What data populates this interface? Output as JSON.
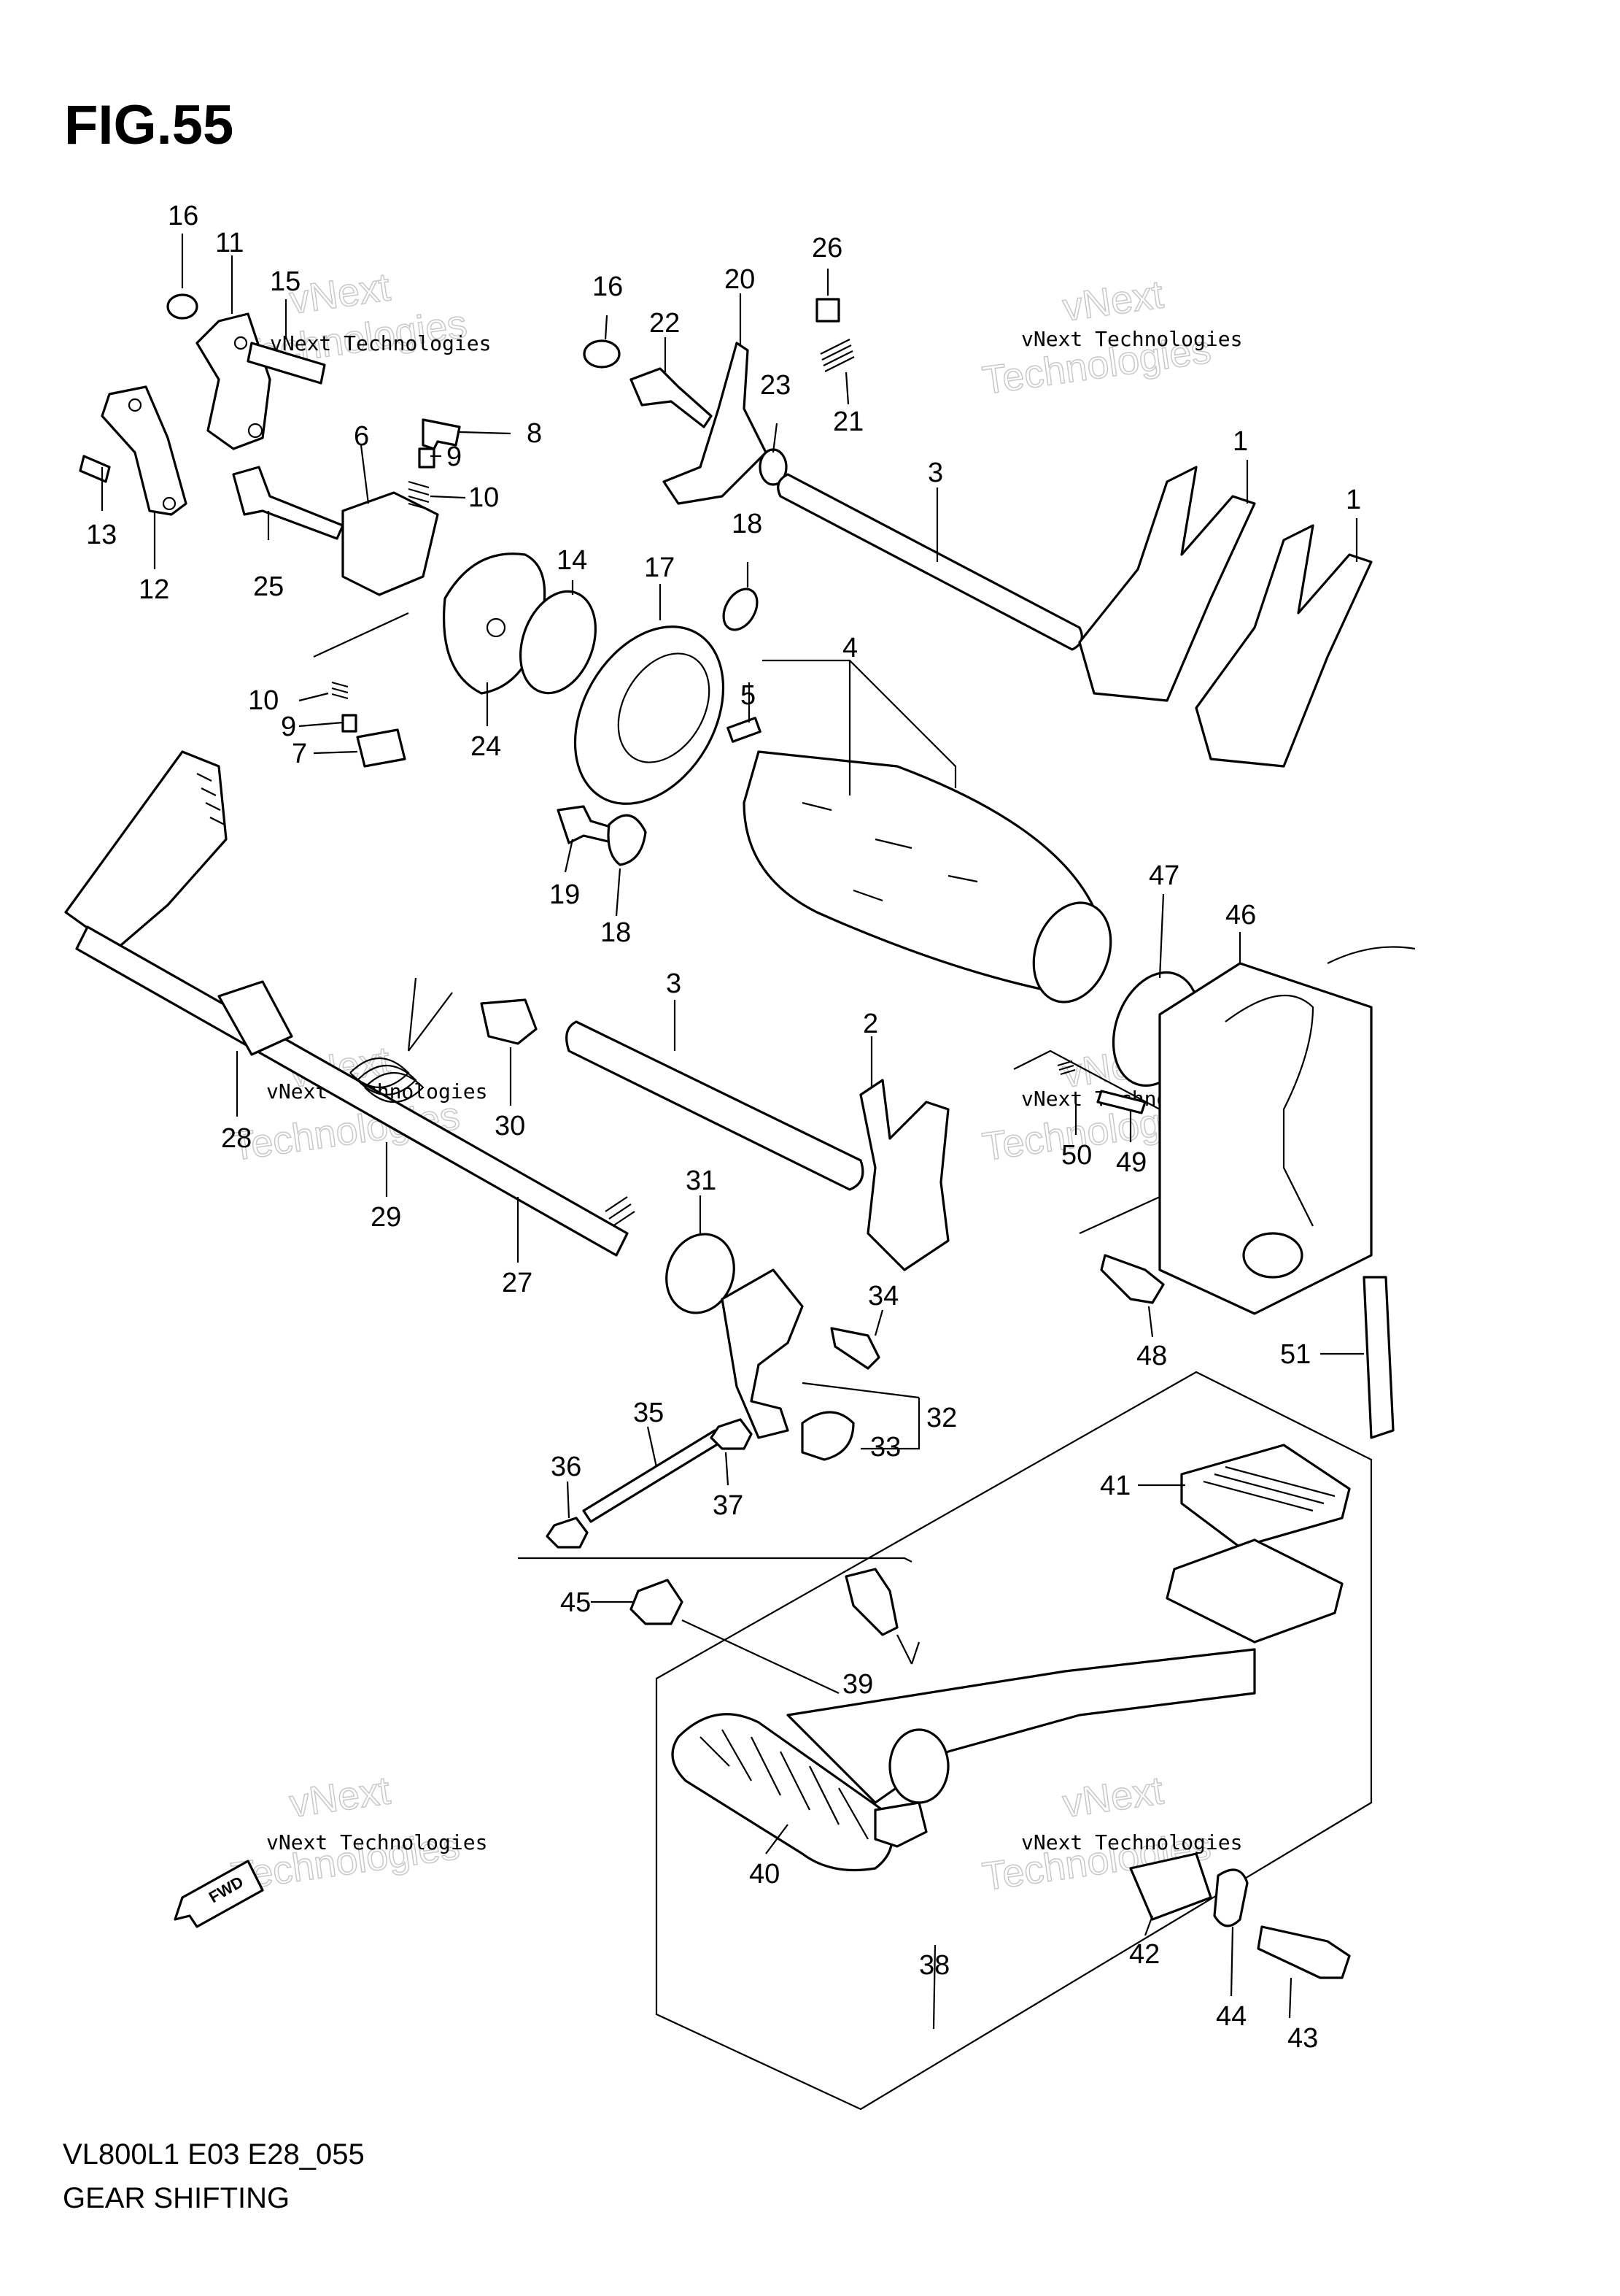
{
  "figure": {
    "title": "FIG.55",
    "model_code": "VL800L1 E03 E28_055",
    "caption": "GEAR SHIFTING"
  },
  "watermark": {
    "line1": "vNext Technologies",
    "brand_a": "vNext",
    "brand_b": "Technologies"
  },
  "fwd_badge": "FWD",
  "callouts": [
    {
      "id": "c1a",
      "label": "1"
    },
    {
      "id": "c1b",
      "label": "1"
    },
    {
      "id": "c2",
      "label": "2"
    },
    {
      "id": "c3a",
      "label": "3"
    },
    {
      "id": "c3b",
      "label": "3"
    },
    {
      "id": "c4",
      "label": "4"
    },
    {
      "id": "c5",
      "label": "5"
    },
    {
      "id": "c6",
      "label": "6"
    },
    {
      "id": "c7",
      "label": "7"
    },
    {
      "id": "c8",
      "label": "8"
    },
    {
      "id": "c9a",
      "label": "9"
    },
    {
      "id": "c9b",
      "label": "9"
    },
    {
      "id": "c10a",
      "label": "10"
    },
    {
      "id": "c10b",
      "label": "10"
    },
    {
      "id": "c11",
      "label": "11"
    },
    {
      "id": "c12",
      "label": "12"
    },
    {
      "id": "c13",
      "label": "13"
    },
    {
      "id": "c14",
      "label": "14"
    },
    {
      "id": "c15",
      "label": "15"
    },
    {
      "id": "c16a",
      "label": "16"
    },
    {
      "id": "c16b",
      "label": "16"
    },
    {
      "id": "c17",
      "label": "17"
    },
    {
      "id": "c18a",
      "label": "18"
    },
    {
      "id": "c18b",
      "label": "18"
    },
    {
      "id": "c19",
      "label": "19"
    },
    {
      "id": "c20",
      "label": "20"
    },
    {
      "id": "c21",
      "label": "21"
    },
    {
      "id": "c22",
      "label": "22"
    },
    {
      "id": "c23",
      "label": "23"
    },
    {
      "id": "c24",
      "label": "24"
    },
    {
      "id": "c25",
      "label": "25"
    },
    {
      "id": "c26",
      "label": "26"
    },
    {
      "id": "c27",
      "label": "27"
    },
    {
      "id": "c28",
      "label": "28"
    },
    {
      "id": "c29",
      "label": "29"
    },
    {
      "id": "c30",
      "label": "30"
    },
    {
      "id": "c31",
      "label": "31"
    },
    {
      "id": "c32",
      "label": "32"
    },
    {
      "id": "c33",
      "label": "33"
    },
    {
      "id": "c34",
      "label": "34"
    },
    {
      "id": "c35",
      "label": "35"
    },
    {
      "id": "c36",
      "label": "36"
    },
    {
      "id": "c37",
      "label": "37"
    },
    {
      "id": "c38",
      "label": "38"
    },
    {
      "id": "c39",
      "label": "39"
    },
    {
      "id": "c40",
      "label": "40"
    },
    {
      "id": "c41",
      "label": "41"
    },
    {
      "id": "c42",
      "label": "42"
    },
    {
      "id": "c43",
      "label": "43"
    },
    {
      "id": "c44",
      "label": "44"
    },
    {
      "id": "c45",
      "label": "45"
    },
    {
      "id": "c46",
      "label": "46"
    },
    {
      "id": "c47",
      "label": "47"
    },
    {
      "id": "c48",
      "label": "48"
    },
    {
      "id": "c49",
      "label": "49"
    },
    {
      "id": "c50",
      "label": "50"
    },
    {
      "id": "c51",
      "label": "51"
    }
  ]
}
